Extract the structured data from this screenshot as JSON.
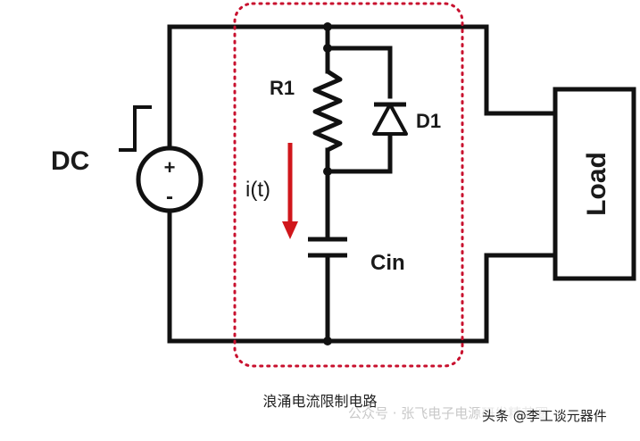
{
  "diagram": {
    "source_label": "DC",
    "plus_sign": "+",
    "minus_sign": "-",
    "resistor_label": "R1",
    "diode_label": "D1",
    "current_label": "i(t)",
    "capacitor_label": "Cin",
    "load_label": "Load"
  },
  "colors": {
    "wire": "#111111",
    "arrow": "#d0161b",
    "dotted_box": "#c8102e"
  },
  "caption": "浪涌电流限制电路",
  "watermark": {
    "left_text": "公众号 · 张飞电子电源研发精英圈",
    "right_text": "头条 @李工谈元器件"
  }
}
